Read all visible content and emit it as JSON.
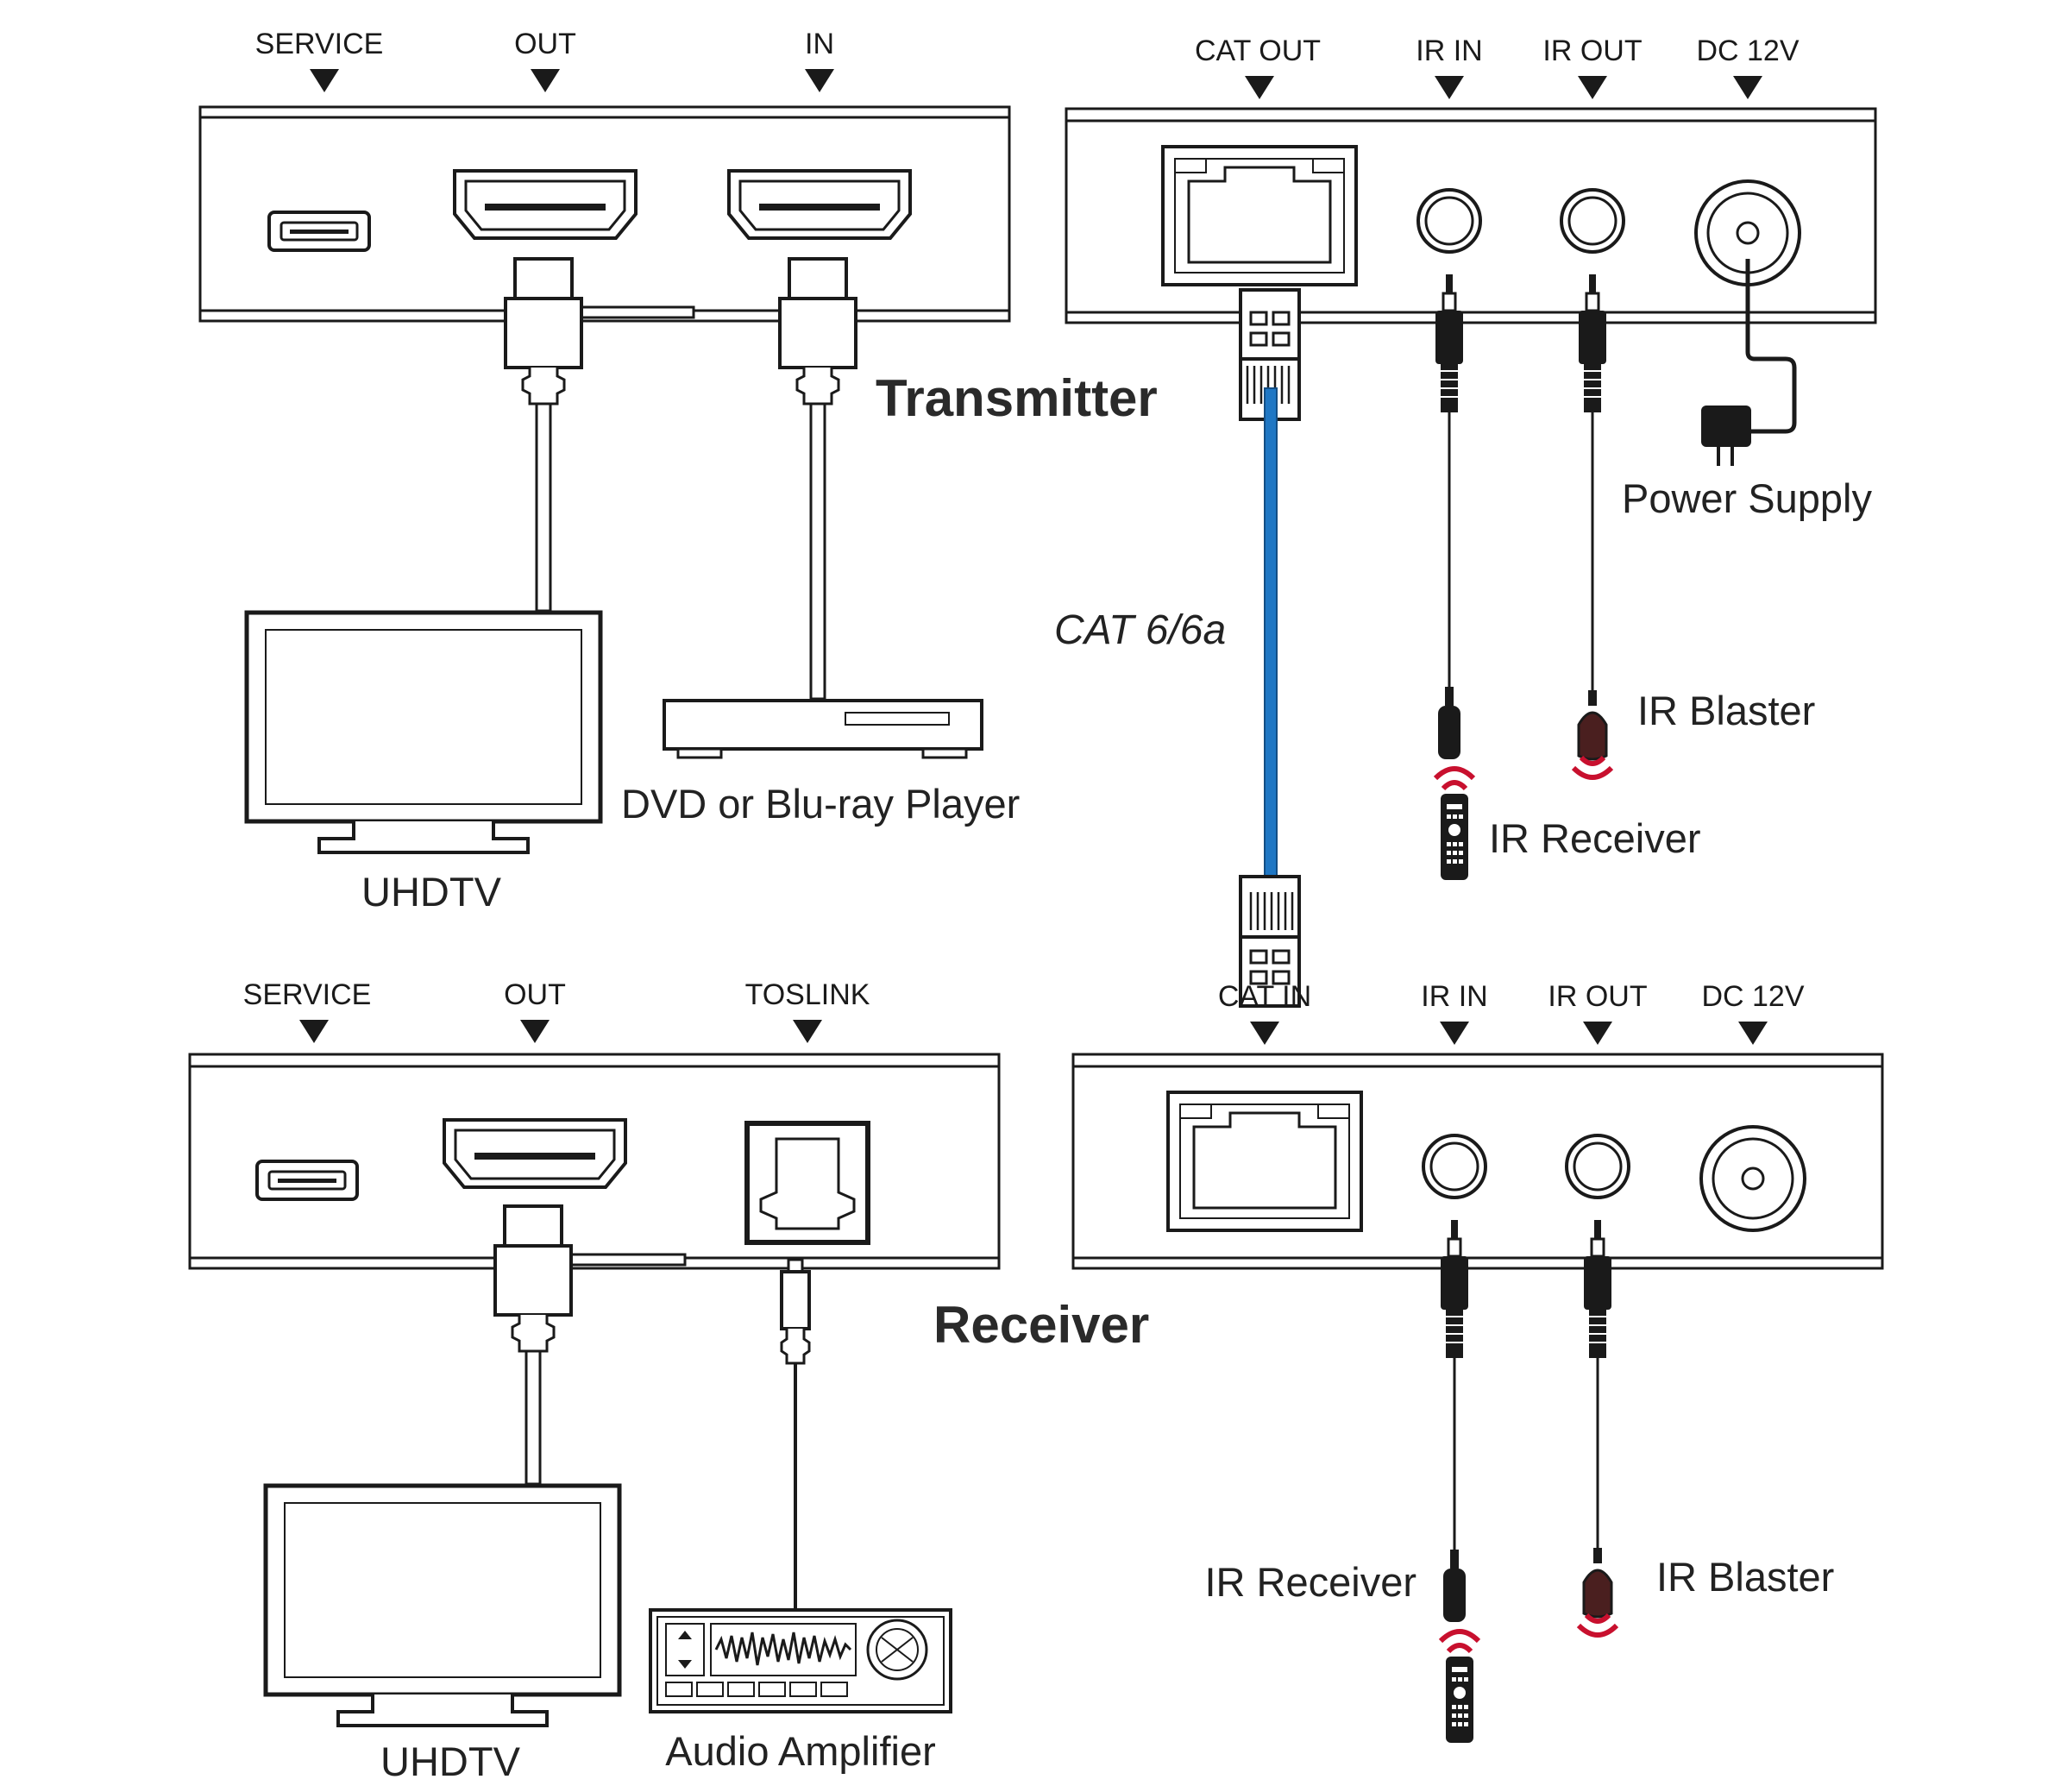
{
  "transmitter": {
    "title": "Transmitter",
    "front_ports": [
      "SERVICE",
      "OUT",
      "IN"
    ],
    "rear_ports": [
      "CAT OUT",
      "IR IN",
      "IR OUT",
      "DC 12V"
    ]
  },
  "receiver": {
    "title": "Receiver",
    "front_ports": [
      "SERVICE",
      "OUT",
      "TOSLINK"
    ],
    "rear_ports": [
      "CAT IN",
      "IR IN",
      "IR OUT",
      "DC 12V"
    ]
  },
  "cable_label": "CAT 6/6a",
  "devices": {
    "tx_tv": "UHDTV",
    "tx_player": "DVD or Blu-ray Player",
    "power_supply": "Power Supply",
    "tx_ir_blaster": "IR Blaster",
    "tx_ir_receiver": "IR Receiver",
    "rx_tv": "UHDTV",
    "rx_amplifier": "Audio Amplifier",
    "rx_ir_receiver": "IR Receiver",
    "rx_ir_blaster": "IR Blaster"
  },
  "colors": {
    "cat_cable": "#1f77c4",
    "ir_signal": "#c8102e"
  }
}
